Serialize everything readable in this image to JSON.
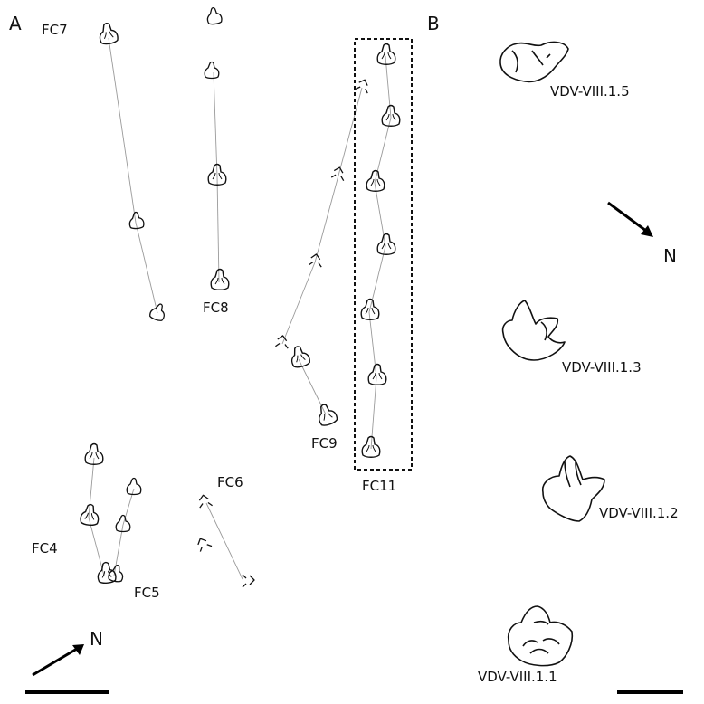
{
  "panels": {
    "a": "A",
    "b": "B"
  },
  "trackway_labels": {
    "fc7": "FC7",
    "fc8": "FC8",
    "fc9": "FC9",
    "fc11": "FC11",
    "fc4": "FC4",
    "fc5": "FC5",
    "fc6": "FC6"
  },
  "specimen_labels": {
    "v15": "VDV-VIII.1.5",
    "v13": "VDV-VIII.1.3",
    "v12": "VDV-VIII.1.2",
    "v11": "VDV-VIII.1.1"
  },
  "north_labels": {
    "a": "N",
    "b": "N"
  },
  "colors": {
    "outline": "#111111",
    "trackway_line": "#9a9a9a",
    "scale_bar": "#000000"
  }
}
